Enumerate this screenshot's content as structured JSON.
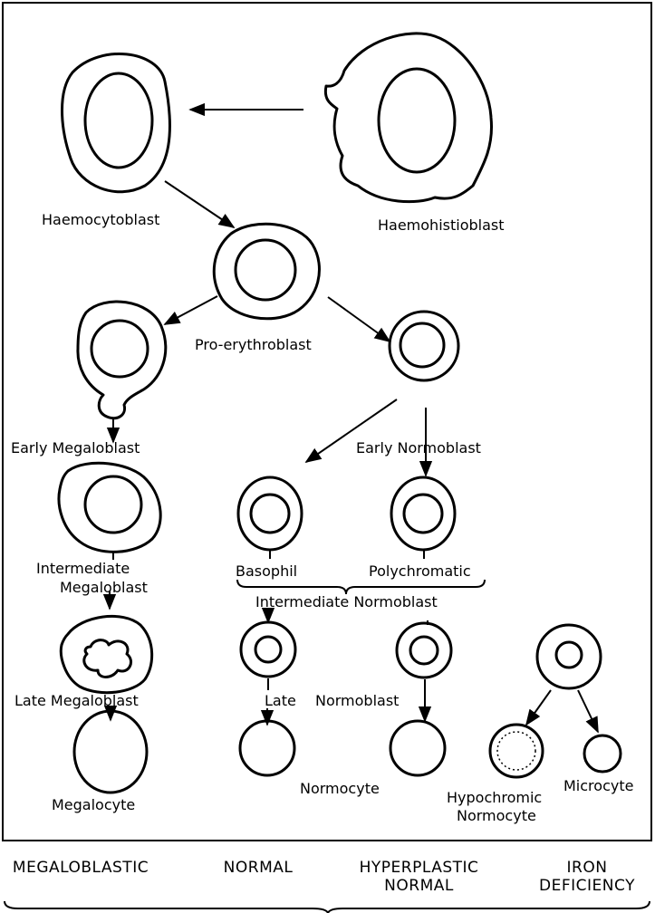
{
  "labels": {
    "haemocytoblast": "Haemocytoblast",
    "haemohistioblast": "Haemohistioblast",
    "pro_erythroblast": "Pro-erythroblast",
    "early_megaloblast": "Early Megaloblast",
    "early_normoblast": "Early Normoblast",
    "intermediate_megaloblast_1": "Intermediate",
    "intermediate_megaloblast_2": "Megaloblast",
    "basophil": "Basophil",
    "polychromatic": "Polychromatic",
    "intermediate_normoblast": "Intermediate Normoblast",
    "late_megaloblast": "Late Megaloblast",
    "late": "Late",
    "normoblast": "Normoblast",
    "megalocyte": "Megalocyte",
    "normocyte": "Normocyte",
    "hypochromic_1": "Hypochromic",
    "hypochromic_2": "Normocyte",
    "microcyte": "Microcyte"
  },
  "columns": {
    "megaloblastic": "MEGALOBLASTIC",
    "normal": "NORMAL",
    "hyperplastic_1": "HYPERPLASTIC",
    "hyperplastic_2": "NORMAL",
    "iron_1": "IRON",
    "iron_2": "DEFICIENCY"
  }
}
